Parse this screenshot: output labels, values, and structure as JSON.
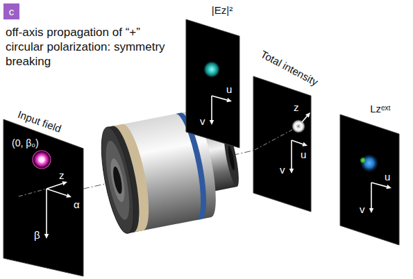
{
  "diagram": {
    "title": "off-axis propagation of “+” circular polarization: symmetry breaking",
    "nodes": [
      {
        "text": [
          "c"
        ]
      },
      {
        "text": [
          "Input field",
          "(0, β₀)",
          "z",
          "α",
          "β"
        ]
      },
      {
        "text": [
          "|Ez|²",
          "u",
          "v"
        ]
      },
      {
        "text": [
          "Total intensity",
          "z",
          "u",
          "v"
        ]
      },
      {
        "text": [
          "Lzᵉˣᵗ",
          "u",
          "v"
        ]
      }
    ],
    "edges": [
      {
        "from": 1,
        "to": 3,
        "arrow": "none"
      }
    ]
  }
}
